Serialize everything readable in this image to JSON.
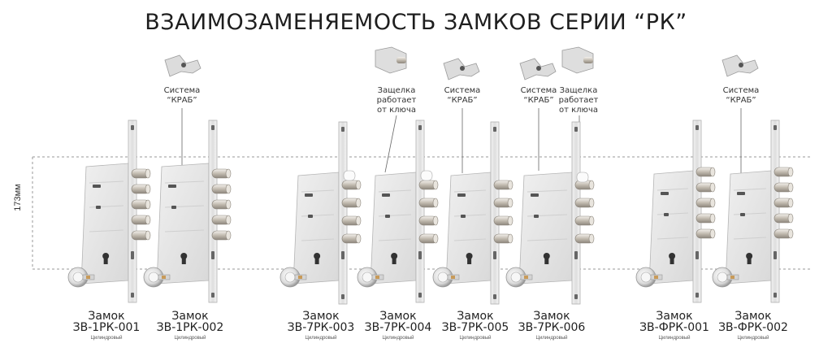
{
  "title": "ВЗАИМОЗАМЕНЯЕМОСТЬ ЗАМКОВ СЕРИИ “РК”",
  "dimension": "173мм",
  "notes": {
    "n1": "Система\n“КРАБ”",
    "n2": "Защелка\nработает\nот ключа",
    "n3": "Система\n“КРАБ”",
    "n4": "Система\n“КРАБ”",
    "n5": "Защелка\nработает\nот ключа",
    "n6": "Система\n“КРАБ”"
  },
  "locks": [
    {
      "name": "Замок",
      "code": "ЗВ-1РК-001",
      "type": "Цилиндровый"
    },
    {
      "name": "Замок",
      "code": "ЗВ-1РК-002",
      "type": "Цилиндровый"
    },
    {
      "name": "Замок",
      "code": "ЗВ-7РК-003",
      "type": "Цилиндровый"
    },
    {
      "name": "Замок",
      "code": "ЗВ-7РК-004",
      "type": "Цилиндровый"
    },
    {
      "name": "Замок",
      "code": "ЗВ-7РК-005",
      "type": "Цилиндровый"
    },
    {
      "name": "Замок",
      "code": "ЗВ-7РК-006",
      "type": "Цилиндровый"
    },
    {
      "name": "Замок",
      "code": "ЗВ-ФРК-001",
      "type": "Цилиндровый"
    },
    {
      "name": "Замок",
      "code": "ЗВ-ФРК-002",
      "type": "Цилиндровый"
    }
  ],
  "colors": {
    "steel": "#e4e4e4",
    "steel_edge": "#b9b9b9",
    "bolt": "#c9c3ba",
    "brass": "#c89a58"
  }
}
